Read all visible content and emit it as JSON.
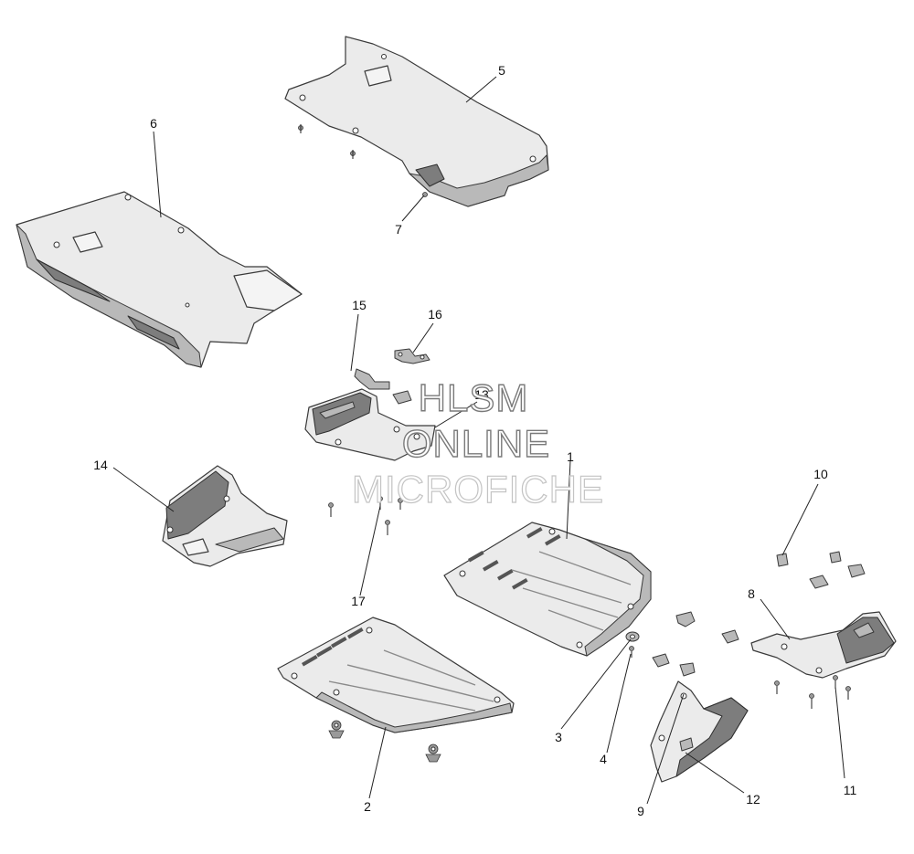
{
  "watermark": {
    "line1": "HLSM",
    "line2": "ONLINE",
    "line3": "MICROFICHE"
  },
  "callouts": [
    "1",
    "2",
    "3",
    "4",
    "5",
    "6",
    "7",
    "8",
    "9",
    "10",
    "11",
    "12",
    "13",
    "14",
    "15",
    "16",
    "17"
  ]
}
